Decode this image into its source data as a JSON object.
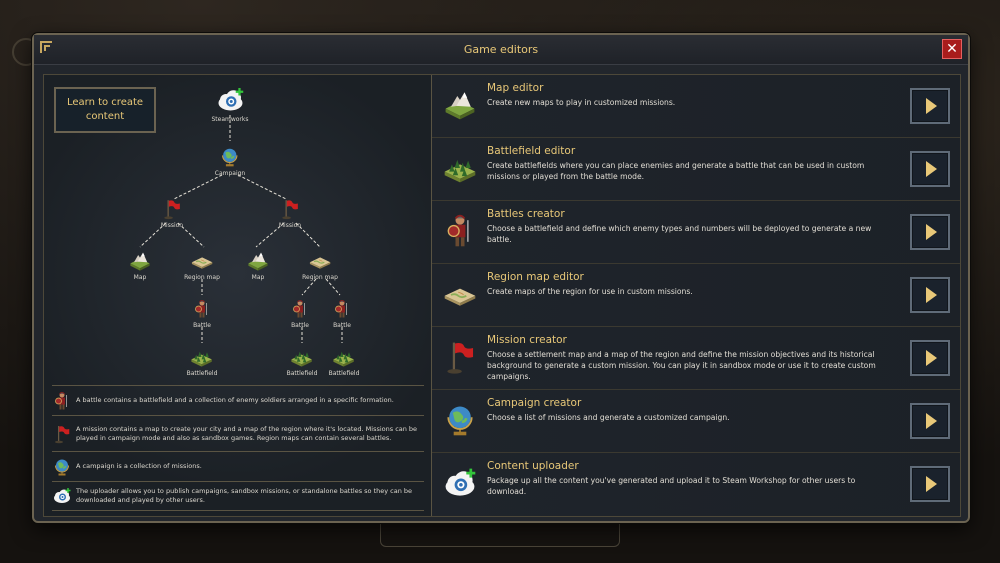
{
  "window": {
    "title": "Game editors",
    "close_symbol": "✕"
  },
  "left": {
    "learn_button": "Learn to create content",
    "tree": {
      "steamworks": "Steamworks",
      "campaign": "Campaign",
      "mission": "Mission",
      "map": "Map",
      "region_map": "Region map",
      "battle": "Battle",
      "battlefield": "Battlefield"
    },
    "legend": [
      {
        "icon": "soldier-icon",
        "text": "A battle contains a battlefield and a collection of enemy soldiers arranged in a specific formation."
      },
      {
        "icon": "flag-icon",
        "text": "A mission contains a map to create your city and a map of the region where it's located. Missions can be played in campaign mode and also as sandbox games. Region maps can contain several battles."
      },
      {
        "icon": "globe-icon",
        "text": "A campaign is a collection of missions."
      },
      {
        "icon": "cloud-upload-icon",
        "text": "The uploader allows you to publish campaigns, sandbox missions, or standalone battles so they can be downloaded and played by other users."
      }
    ]
  },
  "editors": [
    {
      "id": "map-editor",
      "icon": "map-tile-icon",
      "title": "Map editor",
      "desc": "Create new maps to play in customized missions."
    },
    {
      "id": "battlefield-editor",
      "icon": "forest-tile-icon",
      "title": "Battlefield editor",
      "desc": "Create battlefields where you can place enemies and generate a battle that can be used in custom missions or played from the battle mode."
    },
    {
      "id": "battles-creator",
      "icon": "soldier-icon",
      "title": "Battles creator",
      "desc": "Choose a battlefield and define which enemy types and numbers will be deployed to generate a new battle."
    },
    {
      "id": "region-map-editor",
      "icon": "region-map-icon",
      "title": "Region map editor",
      "desc": "Create maps of the region for use in custom missions."
    },
    {
      "id": "mission-creator",
      "icon": "flag-icon",
      "title": "Mission creator",
      "desc": "Choose a settlement map and a map of the region and define the mission objectives and its historical background to generate a custom mission. You can play it in sandbox mode or use it to create custom campaigns."
    },
    {
      "id": "campaign-creator",
      "icon": "globe-icon",
      "title": "Campaign creator",
      "desc": "Choose a list of missions and generate a customized campaign."
    },
    {
      "id": "content-uploader",
      "icon": "cloud-upload-icon",
      "title": "Content uploader",
      "desc": "Package up all the content you've generated and upload it to Steam Workshop for other users to download."
    }
  ],
  "colors": {
    "accent_gold": "#e8c878",
    "frame": "#6b6351",
    "close_red": "#a81c1c"
  }
}
